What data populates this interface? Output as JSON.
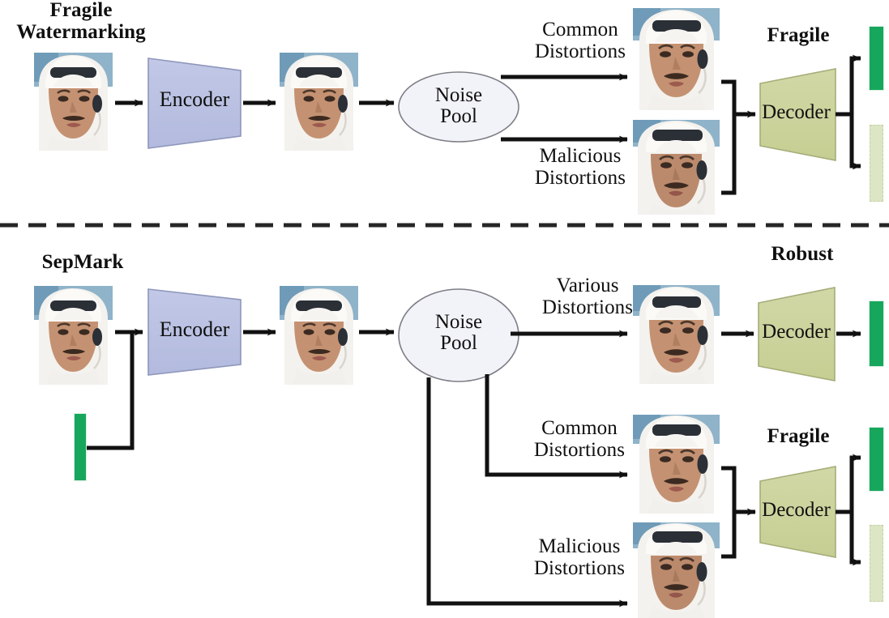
{
  "figure": {
    "title": "SepMark vs Fragile Watermarking pipeline diagram",
    "divider": "dashed-horizontal-separator"
  },
  "colors": {
    "encoder_fill": "#b9c0e0",
    "encoder_stroke": "#8e96bb",
    "decoder_fill": "#ccd39b",
    "decoder_stroke": "#a6ad78",
    "noise_fill": "#f2f3f8",
    "noise_stroke": "#7d7d86",
    "watermark_solid": "#16a75c",
    "watermark_faded": "#dce5c4",
    "arrow": "#111111",
    "text": "#101010"
  },
  "top_panel": {
    "heading": "Fragile\nWatermarking",
    "encoder_label": "Encoder",
    "noise_pool_label": "Noise\nPool",
    "branch_common_label": "Common\nDistortions",
    "branch_malicious_label": "Malicious\nDistortions",
    "decoder_heading": "Fragile",
    "decoder_label": "Decoder",
    "images": {
      "cover": "cover-face-image",
      "encoded": "encoded-face-image",
      "common_distorted": "common-distorted-face-image",
      "malicious_distorted": "malicious-distorted-face-image"
    },
    "outputs": {
      "top": "recovered-watermark-solid",
      "bottom": "destroyed-watermark-faded"
    }
  },
  "bottom_panel": {
    "heading": "SepMark",
    "encoder_label": "Encoder",
    "input_watermark": "input-watermark-solid",
    "noise_pool_label": "Noise\nPool",
    "branch_various_label": "Various\nDistortions",
    "branch_common_label": "Common\nDistortions",
    "branch_malicious_label": "Malicious\nDistortions",
    "robust_heading": "Robust",
    "robust_decoder_label": "Decoder",
    "fragile_heading": "Fragile",
    "fragile_decoder_label": "Decoder",
    "images": {
      "cover": "cover-face-image",
      "encoded": "encoded-face-image",
      "various_distorted": "various-distorted-face-image",
      "common_distorted": "common-distorted-face-image",
      "malicious_distorted": "malicious-distorted-face-image"
    },
    "outputs": {
      "robust": "robust-watermark-solid",
      "fragile_top": "fragile-recovered-watermark-solid",
      "fragile_bottom": "fragile-destroyed-watermark-faded"
    }
  }
}
